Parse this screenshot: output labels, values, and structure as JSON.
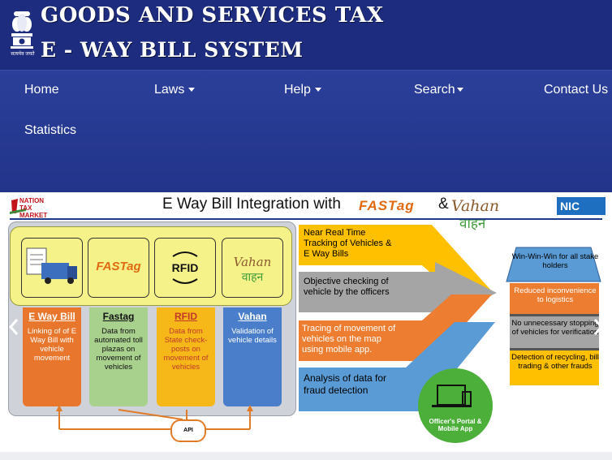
{
  "header": {
    "title_line1": "GOODS AND SERVICES TAX",
    "title_line2": "E - WAY BILL SYSTEM",
    "emblem_caption": "सत्यमेव जयते"
  },
  "nav": {
    "items": [
      {
        "label": "Home",
        "dropdown": false
      },
      {
        "label": "Laws",
        "dropdown": true
      },
      {
        "label": "Help",
        "dropdown": true
      },
      {
        "label": "Search",
        "dropdown": true
      },
      {
        "label": "Contact Us",
        "dropdown": false
      },
      {
        "label": "Statistics",
        "dropdown": false
      }
    ]
  },
  "banner": {
    "logo_lines": [
      "NATION",
      "TAX",
      "MARKET"
    ],
    "title": "E Way Bill Integration with",
    "fastag_word": "FASTag",
    "ampersand": "&",
    "vahan_word": "Vahan",
    "vahan_hindi": "वाहन",
    "nic_label": "NIC",
    "icons": [
      "truck-ewaybill-icon",
      "fastag-icon",
      "rfid-icon",
      "vahan-icon"
    ],
    "icon_texts": {
      "fastag": "FASTag",
      "rfid": "RFID",
      "vahan": "Vahan",
      "vahan_hindi": "वाहन"
    },
    "columns": [
      {
        "label": "E Way Bill",
        "desc": "Linking of of E Way Bill with vehicle movement",
        "color": "#e8762c"
      },
      {
        "label": "Fastag",
        "desc": "Data from automated toll plazas on movement of vehicles",
        "color": "#a9d18e"
      },
      {
        "label": "RFID",
        "desc": "Data from State check-posts on movement of vehicles",
        "color": "#f6b818"
      },
      {
        "label": "Vahan",
        "desc": "Validation of vehicle details",
        "color": "#4a7ecb"
      }
    ],
    "api_label": "API",
    "arrows": [
      {
        "text": "Near Real Time Tracking of Vehicles & E Way Bills",
        "color": "#ffc000"
      },
      {
        "text": "Objective checking of vehicle by the officers",
        "color": "#a5a5a5"
      },
      {
        "text": "Tracing of movement of vehicles on the map using mobile app.",
        "color": "#ed7d31"
      },
      {
        "text": "Analysis of data for fraud detection",
        "color": "#5b9bd5"
      }
    ],
    "portal_label": "Officer's Portal & Mobile App",
    "tiers": [
      {
        "text": "Win-Win-Win for all stake holders",
        "color": "#5b9bd5"
      },
      {
        "text": "Reduced inconvenience to logistics",
        "color": "#ed7d31"
      },
      {
        "text": "No unnecessary stopping of vehicles for verification",
        "color": "#a5a5a5"
      },
      {
        "text": "Detection of recycling, bill trading & other frauds",
        "color": "#ffc000"
      }
    ]
  }
}
